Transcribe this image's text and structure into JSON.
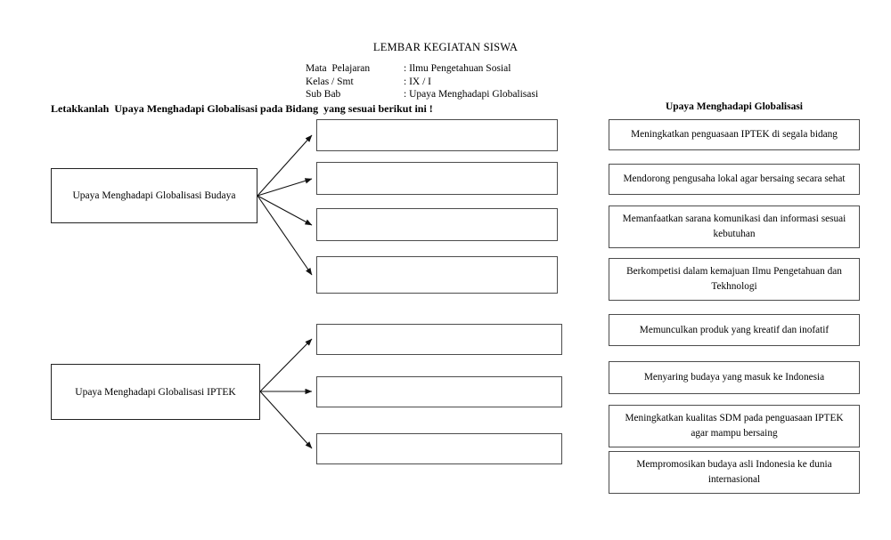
{
  "document": {
    "title": "LEMBAR KEGIATAN SISWA",
    "meta": [
      {
        "label": "Mata  Pelajaran",
        "value": ": Ilmu Pengetahuan Sosial"
      },
      {
        "label": "Kelas / Smt",
        "value": ": IX / I"
      },
      {
        "label": "Sub Bab",
        "value": ": Upaya Menghadapi Globalisasi"
      }
    ],
    "instruction": "Letakkanlah  Upaya Menghadapi Globalisasi pada Bidang  yang sesuai berikut ini !"
  },
  "diagram": {
    "sources": [
      {
        "id": "budaya",
        "label": "Upaya Menghadapi Globalisasi Budaya",
        "answer_slots": 4
      },
      {
        "id": "iptek",
        "label": "Upaya Menghadapi Globalisasi IPTEK",
        "answer_slots": 3
      }
    ],
    "answer_boxes": [
      {
        "group": "budaya",
        "index": 1,
        "value": ""
      },
      {
        "group": "budaya",
        "index": 2,
        "value": ""
      },
      {
        "group": "budaya",
        "index": 3,
        "value": ""
      },
      {
        "group": "budaya",
        "index": 4,
        "value": ""
      },
      {
        "group": "iptek",
        "index": 1,
        "value": ""
      },
      {
        "group": "iptek",
        "index": 2,
        "value": ""
      },
      {
        "group": "iptek",
        "index": 3,
        "value": ""
      }
    ]
  },
  "pool": {
    "title": "Upaya Menghadapi Globalisasi",
    "cards": [
      {
        "text": "Meningkatkan penguasaan IPTEK di segala bidang"
      },
      {
        "text": "Mendorong pengusaha lokal agar bersaing secara sehat"
      },
      {
        "text": "Memanfaatkan sarana komunikasi dan informasi sesuai kebutuhan"
      },
      {
        "text": "Berkompetisi dalam kemajuan Ilmu Pengetahuan dan Tekhnologi"
      },
      {
        "text": "Memunculkan produk yang kreatif dan inofatif"
      },
      {
        "text": "Menyaring budaya yang masuk ke Indonesia"
      },
      {
        "text": "Meningkatkan kualitas SDM pada penguasaan IPTEK agar mampu bersaing"
      },
      {
        "text": "Mempromosikan budaya asli Indonesia ke dunia internasional"
      }
    ]
  },
  "colors": {
    "ink": "#000000",
    "box_border": "#4c4c4c",
    "source_border": "#222222",
    "paper": "#ffffff"
  }
}
